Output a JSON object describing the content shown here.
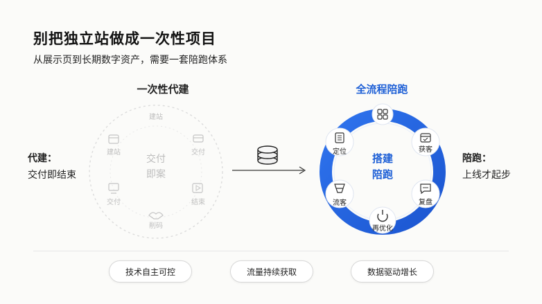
{
  "title": "别把独立站做成一次性项目",
  "subtitle": "从展示页到长期数字资产，需要一套陪跑体系",
  "left_section": {
    "heading": "一次性代建",
    "center_lines": [
      "交付",
      "即案"
    ],
    "nodes": [
      "建站",
      "交付",
      "结束",
      "削码",
      "交付",
      "建站"
    ],
    "side_label": "代建：",
    "side_text": "交付即结束"
  },
  "right_section": {
    "heading": "全流程陪跑",
    "center_lines": [
      "搭建",
      "陪跑"
    ],
    "nodes": [
      "",
      "获客",
      "复盘",
      "再优化",
      "流客",
      "定位"
    ],
    "side_label": "陪跑：",
    "side_text": "上线才起步"
  },
  "pills": [
    "技术自主可控",
    "流量持续获取",
    "数据驱动增长"
  ],
  "colors": {
    "accent": "#1d5fd6",
    "ring": "#2b6ee8",
    "muted": "#b8b8b8"
  }
}
